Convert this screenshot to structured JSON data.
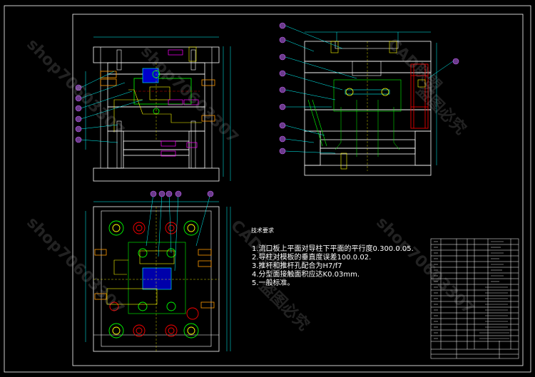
{
  "technical_requirements": {
    "title": "技术要求",
    "items": [
      "1.流口板上平面对导柱下平面的平行度0.300.0.05.",
      "2.导柱对模板的垂直度误差100.0.02.",
      "3.推杆和推杆孔配合为H7/f7",
      "4.分型面接触面积应达K0.03mm.",
      "5.一般标准。"
    ]
  },
  "watermark": {
    "shop": "shop70603307",
    "brand": "CAD联盟",
    "slogan": "盗图必究"
  },
  "colors": {
    "background": "#000000",
    "outline": "#ffffff",
    "dimension": "#00ffff",
    "hidden": "#ffff00",
    "leader_circle": "#ff00ff",
    "part_hatch": "#ff0000",
    "insert": "#00ff00",
    "bolt": "#ffff00"
  },
  "icons": [
    "bolt-icon",
    "balloon-callout-icon"
  ]
}
